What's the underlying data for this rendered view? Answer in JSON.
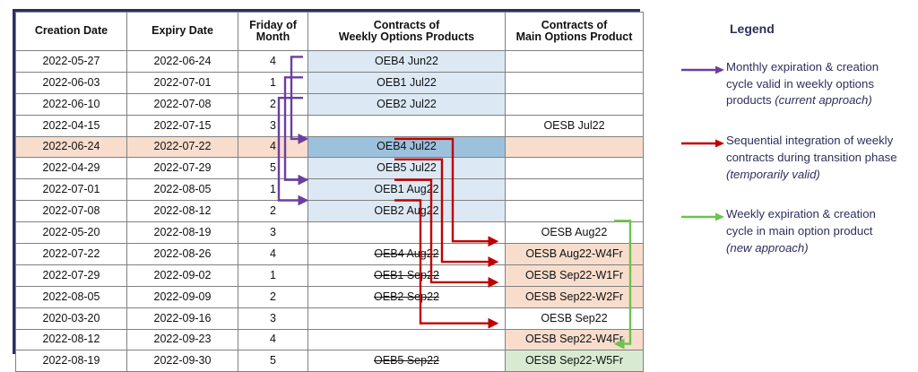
{
  "table": {
    "headers": [
      "Creation Date",
      "Expiry Date",
      "Friday of\nMonth",
      "Contracts of\nWeekly Options Products",
      "Contracts of\nMain Options Product"
    ],
    "headers_line1": [
      "Creation Date",
      "Expiry Date",
      "Friday of",
      "Contracts of",
      "Contracts of"
    ],
    "headers_line2": [
      "",
      "",
      "Month",
      "Weekly Options Products",
      "Main Options Product"
    ],
    "rows": [
      {
        "creation": "2022-05-27",
        "expiry": "2022-06-24",
        "friday": "4",
        "weekly": "OEB4  Jun22",
        "weekly_strike": false,
        "weekly_bg": "blue-light",
        "main": "",
        "main_bg": "white",
        "row_bg": "white"
      },
      {
        "creation": "2022-06-03",
        "expiry": "2022-07-01",
        "friday": "1",
        "weekly": "OEB1  Jul22",
        "weekly_strike": false,
        "weekly_bg": "blue-light",
        "main": "",
        "main_bg": "white",
        "row_bg": "white"
      },
      {
        "creation": "2022-06-10",
        "expiry": "2022-07-08",
        "friday": "2",
        "weekly": "OEB2  Jul22",
        "weekly_strike": false,
        "weekly_bg": "blue-light",
        "main": "",
        "main_bg": "white",
        "row_bg": "white"
      },
      {
        "creation": "2022-04-15",
        "expiry": "2022-07-15",
        "friday": "3",
        "weekly": "",
        "weekly_strike": false,
        "weekly_bg": "white",
        "main": "OESB Jul22",
        "main_bg": "white",
        "row_bg": "white"
      },
      {
        "creation": "2022-06-24",
        "expiry": "2022-07-22",
        "friday": "4",
        "weekly": "OEB4  Jul22",
        "weekly_strike": false,
        "weekly_bg": "blue-dark",
        "main": "",
        "main_bg": "peach",
        "row_bg": "peach"
      },
      {
        "creation": "2022-04-29",
        "expiry": "2022-07-29",
        "friday": "5",
        "weekly": "OEB5  Jul22",
        "weekly_strike": false,
        "weekly_bg": "blue-light",
        "main": "",
        "main_bg": "white",
        "row_bg": "white"
      },
      {
        "creation": "2022-07-01",
        "expiry": "2022-08-05",
        "friday": "1",
        "weekly": "OEB1  Aug22",
        "weekly_strike": false,
        "weekly_bg": "blue-light",
        "main": "",
        "main_bg": "white",
        "row_bg": "white"
      },
      {
        "creation": "2022-07-08",
        "expiry": "2022-08-12",
        "friday": "2",
        "weekly": "OEB2  Aug22",
        "weekly_strike": false,
        "weekly_bg": "blue-light",
        "main": "",
        "main_bg": "white",
        "row_bg": "white"
      },
      {
        "creation": "2022-05-20",
        "expiry": "2022-08-19",
        "friday": "3",
        "weekly": "",
        "weekly_strike": false,
        "weekly_bg": "white",
        "main": "OESB Aug22",
        "main_bg": "white",
        "row_bg": "white"
      },
      {
        "creation": "2022-07-22",
        "expiry": "2022-08-26",
        "friday": "4",
        "weekly": "OEB4  Aug22",
        "weekly_strike": true,
        "weekly_bg": "white",
        "main": "OESB Aug22-W4Fr",
        "main_bg": "peach",
        "row_bg": "white"
      },
      {
        "creation": "2022-07-29",
        "expiry": "2022-09-02",
        "friday": "1",
        "weekly": "OEB1  Sep22",
        "weekly_strike": true,
        "weekly_bg": "white",
        "main": "OESB Sep22-W1Fr",
        "main_bg": "peach",
        "row_bg": "white"
      },
      {
        "creation": "2022-08-05",
        "expiry": "2022-09-09",
        "friday": "2",
        "weekly": "OEB2  Sep22",
        "weekly_strike": true,
        "weekly_bg": "white",
        "main": "OESB Sep22-W2Fr",
        "main_bg": "peach",
        "row_bg": "white"
      },
      {
        "creation": "2020-03-20",
        "expiry": "2022-09-16",
        "friday": "3",
        "weekly": "",
        "weekly_strike": false,
        "weekly_bg": "white",
        "main": "OESB Sep22",
        "main_bg": "white",
        "row_bg": "white"
      },
      {
        "creation": "2022-08-12",
        "expiry": "2022-09-23",
        "friday": "4",
        "weekly": "",
        "weekly_strike": false,
        "weekly_bg": "white",
        "main": "OESB Sep22-W4Fr",
        "main_bg": "peach",
        "row_bg": "white"
      },
      {
        "creation": "2022-08-19",
        "expiry": "2022-09-30",
        "friday": "5",
        "weekly": "OEB5  Sep22",
        "weekly_strike": true,
        "weekly_bg": "white",
        "main": "OESB Sep22-W5Fr",
        "main_bg": "green",
        "row_bg": "white"
      }
    ]
  },
  "legend": {
    "title": "Legend",
    "items": [
      {
        "color": "#6b3fa0",
        "icon": "arrow-right-icon",
        "line1": "Monthly expiration & creation",
        "line2": "cycle valid in weekly options",
        "line3": "products ",
        "emphasis": "(current approach)"
      },
      {
        "color": "#c00000",
        "icon": "arrow-right-icon",
        "line1": "Sequential integration of weekly",
        "line2": "contracts during transition phase",
        "line3": "",
        "emphasis": "(temporarily valid)"
      },
      {
        "color": "#70c050",
        "icon": "arrow-right-icon",
        "line1": "Weekly expiration & creation",
        "line2": "cycle in main option product",
        "line3": "",
        "emphasis": "(new approach)"
      }
    ]
  },
  "colors": {
    "border_outer": "#2e2e66",
    "border_inner": "#808080",
    "blue_light": "#dce9f4",
    "blue_dark": "#9cc1dd",
    "peach": "#f8ddcd",
    "green": "#d9ead3",
    "purple_arrow": "#6b3fa0",
    "red_arrow": "#c00000",
    "green_arrow": "#70c050",
    "legend_text": "#2e2e5e"
  },
  "arrows": {
    "purple": [
      {
        "name": "monthly-cycle-oeb4-jun22-to-jul22",
        "from_row": 1,
        "to_row": 5
      },
      {
        "name": "monthly-cycle-oeb1-jul22-to-aug22",
        "from_row": 2,
        "to_row": 7
      },
      {
        "name": "monthly-cycle-oeb2-jul22-to-aug22",
        "from_row": 3,
        "to_row": 8
      }
    ],
    "red": [
      {
        "name": "transition-oeb4-jul22-to-oesb-aug22-w4fr",
        "from_row": 5,
        "to_row": 10
      },
      {
        "name": "transition-oeb5-jul22-to-oesb-sep22-w1fr",
        "from_row": 6,
        "to_row": 11
      },
      {
        "name": "transition-oeb1-aug22-to-oesb-sep22-w2fr",
        "from_row": 7,
        "to_row": 12
      },
      {
        "name": "transition-oeb2-aug22-to-oesb-sep22-w4fr",
        "from_row": 8,
        "to_row": 14
      }
    ],
    "green": [
      {
        "name": "weekly-cycle-oesb-aug22-to-sep22-w5fr",
        "from_row": 9,
        "to_row": 15
      }
    ]
  }
}
